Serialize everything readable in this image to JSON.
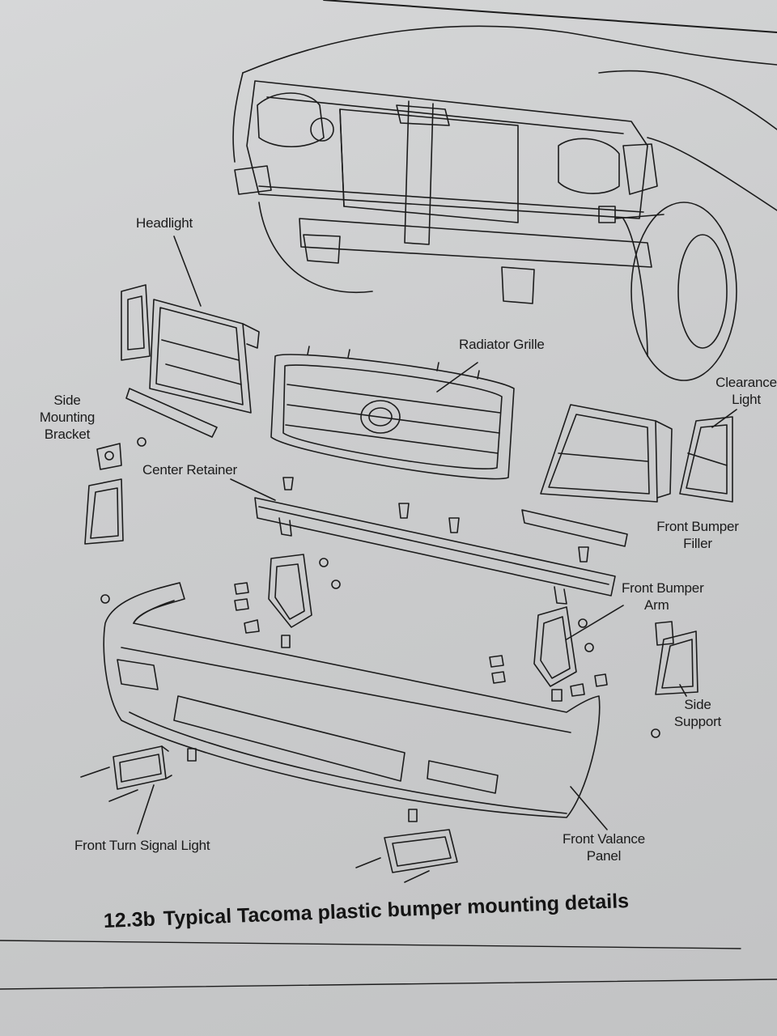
{
  "figure": {
    "caption_number": "12.3b",
    "caption_text": "Typical Tacoma plastic bumper mounting details"
  },
  "labels": {
    "headlight": "Headlight",
    "radiator_grille": "Radiator Grille",
    "clearance_light": [
      "Clearance",
      "Light"
    ],
    "side_mounting_bracket": [
      "Side",
      "Mounting",
      "Bracket"
    ],
    "center_retainer": "Center Retainer",
    "front_bumper_filler": [
      "Front Bumper",
      "Filler"
    ],
    "front_bumper_arm": [
      "Front Bumper",
      "Arm"
    ],
    "side_support": [
      "Side",
      "Support"
    ],
    "front_turn_signal_light": "Front Turn Signal Light",
    "front_valance_panel": [
      "Front Valance",
      "Panel"
    ]
  },
  "colors": {
    "paper": "#cbcccd",
    "ink": "#1b1b1b"
  }
}
